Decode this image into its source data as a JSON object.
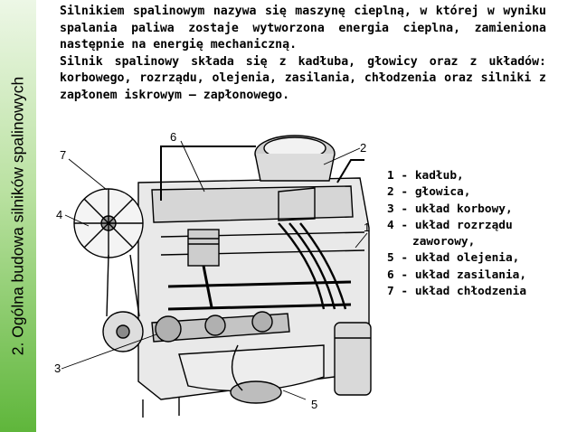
{
  "sidebar": {
    "title": "2. Ogólna budowa silników spalinowych"
  },
  "intro": {
    "paragraph1": "Silnikiem spalinowym nazywa się maszynę cieplną, w której w wyniku spalania paliwa zostaje wytworzona energia cieplna, zamieniona następnie na energię mechaniczną.",
    "paragraph2": "Silnik spalinowy składa się z kadłuba, głowicy oraz z układów: korbowego, rozrządu, olejenia, zasilania, chłodzenia oraz silniki z zapłonem iskrowym – zapłonowego."
  },
  "figure": {
    "callouts": [
      "6",
      "2",
      "7",
      "4",
      "1",
      "3",
      "5"
    ]
  },
  "legend": {
    "items": [
      "1 - kadłub,",
      "2 - głowica,",
      "3 - układ korbowy,",
      "4 - układ rozrządu",
      "zaworowy,",
      "5 - układ olejenia,",
      "6 - układ zasilania,",
      "7 - układ chłodzenia"
    ]
  }
}
